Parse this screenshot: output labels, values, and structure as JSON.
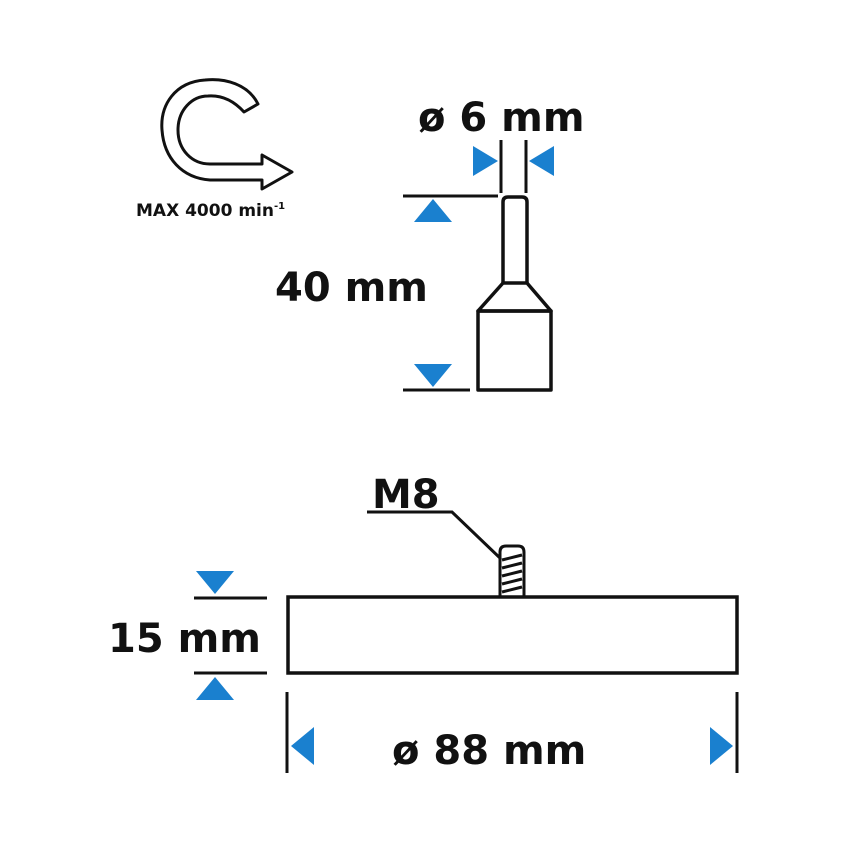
{
  "colors": {
    "accent": "#1a80cf",
    "line": "#111111",
    "background": "#ffffff"
  },
  "rotation": {
    "icon": "clockwise-rotation-arrow-icon",
    "label": "MAX 4000 min",
    "superscript": "-1"
  },
  "shank": {
    "diameter_label": "ø 6 mm",
    "length_label": "40 mm"
  },
  "pad": {
    "thread_label": "M8",
    "height_label": "15 mm",
    "diameter_label": "ø 88 mm"
  }
}
